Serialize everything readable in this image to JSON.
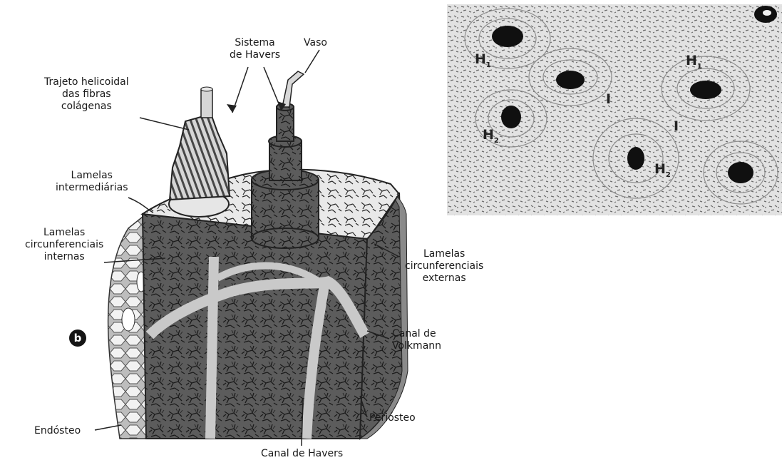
{
  "figure": {
    "panel_letter": "b",
    "labels": {
      "trajeto": [
        "Trajeto helicoidal",
        "das fibras",
        "colágenas"
      ],
      "sistema": [
        "Sistema",
        "de Havers"
      ],
      "vaso": [
        "Vaso"
      ],
      "lamelas_intermediarias": [
        "Lamelas",
        "intermediárias"
      ],
      "lamelas_internas": [
        "Lamelas",
        "circunferenciais",
        "internas"
      ],
      "lamelas_externas": [
        "Lamelas",
        "circunferenciais",
        "externas"
      ],
      "canal_volkmann": [
        "Canal de",
        "Volkmann"
      ],
      "periosteo": [
        "Periósteo"
      ],
      "endosteo": [
        "Endósteo"
      ],
      "canal_havers": [
        "Canal de Havers"
      ]
    }
  },
  "micrograph": {
    "labels": [
      {
        "main": "H",
        "sub": "1"
      },
      {
        "main": "H",
        "sub": "1"
      },
      {
        "main": "H",
        "sub": "2"
      },
      {
        "main": "H",
        "sub": "2"
      },
      {
        "main": "I",
        "sub": ""
      },
      {
        "main": "I",
        "sub": ""
      }
    ]
  }
}
